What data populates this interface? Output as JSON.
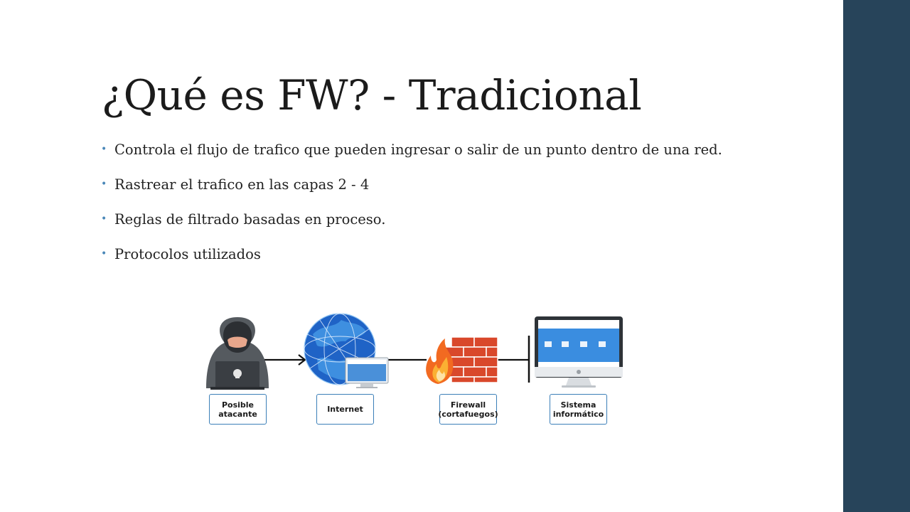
{
  "slide": {
    "title": "¿Qué es FW? - Tradicional",
    "bullets": [
      "Controla el flujo de trafico que pueden ingresar o salir de un punto dentro de una red.",
      "Rastrear el trafico en las capas 2 - 4",
      "Reglas de filtrado basadas en proceso.",
      "Protocolos utilizados"
    ]
  },
  "diagram": {
    "labels": {
      "attacker": "Posible\natacante",
      "internet": "Internet",
      "firewall": "Firewall\n(cortafuegos)",
      "system": "Sistema\ninformático"
    },
    "icons": [
      "hacker-icon",
      "globe-icon",
      "firewall-icon",
      "monitor-icon"
    ]
  },
  "colors": {
    "sidebar": "#27445a",
    "bullet": "#4a87b8",
    "label_border": "#3b7fb8",
    "brick": "#d9482b",
    "flame": "#f26a21"
  }
}
